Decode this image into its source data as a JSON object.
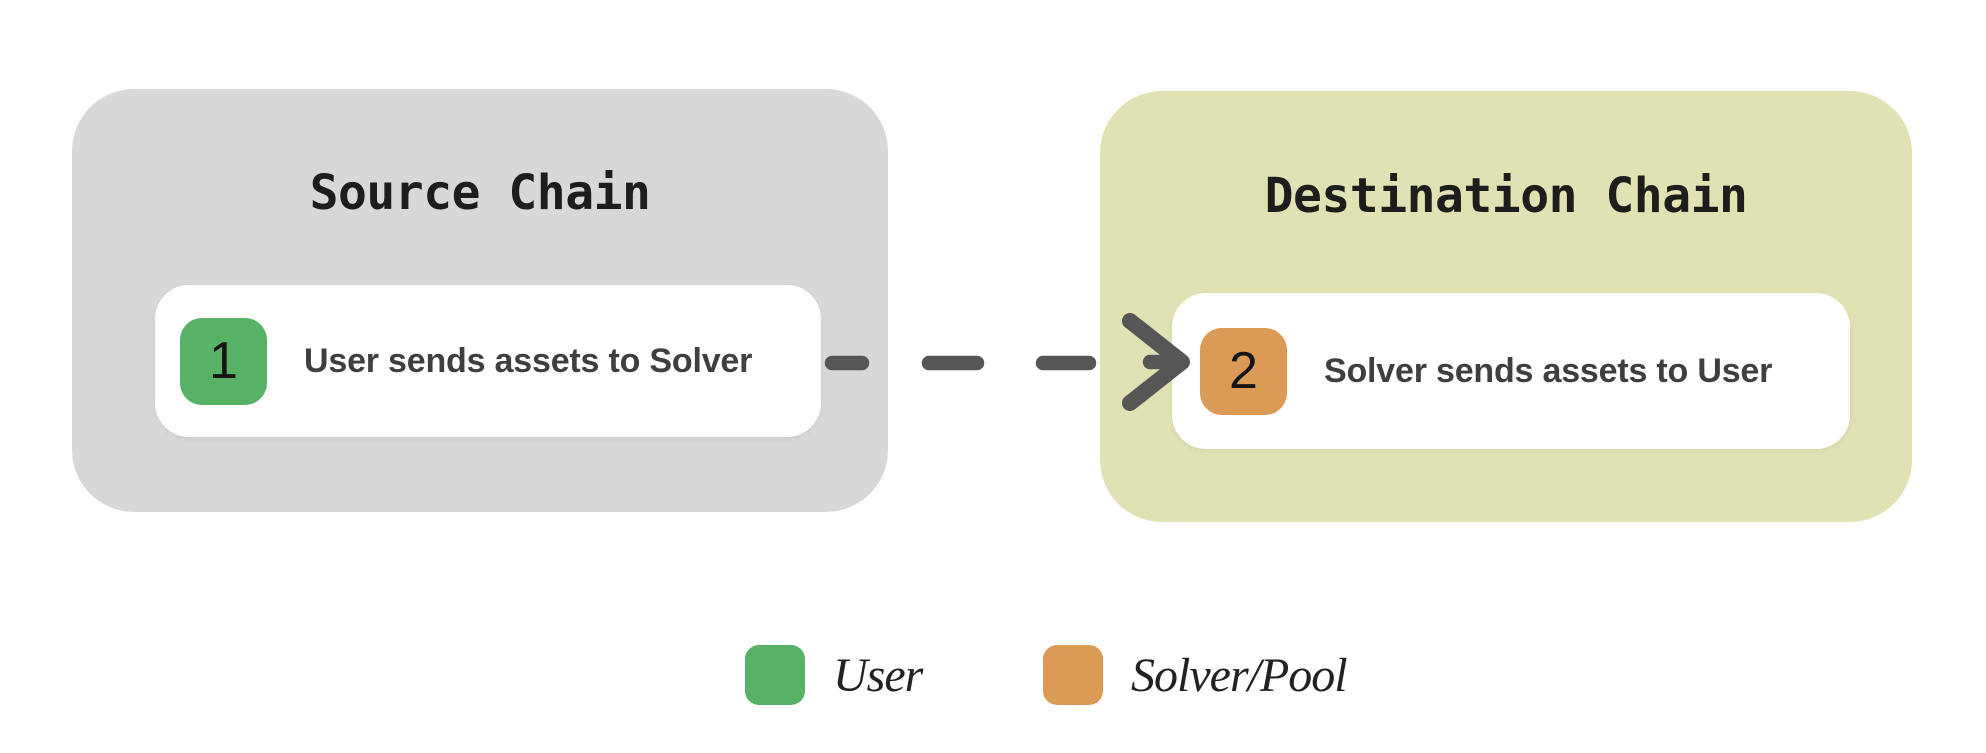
{
  "source_chain": {
    "title": "Source Chain",
    "bg_color": "#d8d8d8",
    "step": {
      "number": "1",
      "badge_color": "#57b265",
      "text": "User sends assets to Solver"
    }
  },
  "destination_chain": {
    "title": "Destination Chain",
    "bg_color": "#e0e2b4",
    "step": {
      "number": "2",
      "badge_color": "#db9a55",
      "text": "Solver sends assets to User"
    }
  },
  "arrow": {
    "color": "#565656",
    "style": "dashed",
    "direction": "source-to-destination"
  },
  "legend": [
    {
      "swatch_color": "#57b265",
      "label": "User"
    },
    {
      "swatch_color": "#db9a55",
      "label": "Solver/Pool"
    }
  ]
}
